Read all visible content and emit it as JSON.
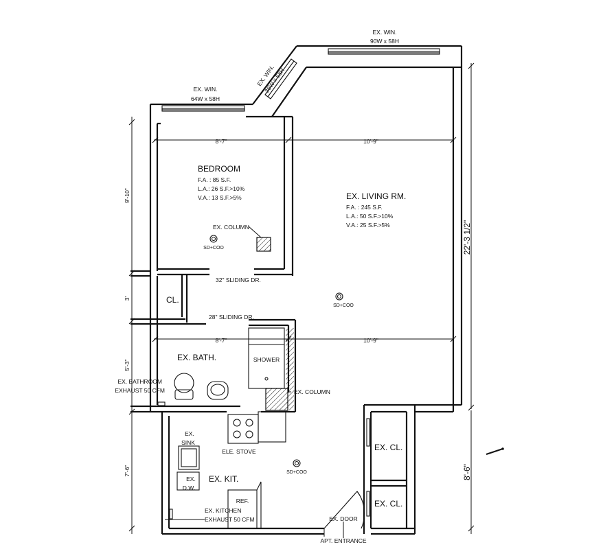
{
  "windows": {
    "left": {
      "title": "EX. WIN.",
      "size": "64W x 58H"
    },
    "diag": {
      "title": "EX. WIN.",
      "size": "36W x 58H"
    },
    "right": {
      "title": "EX. WIN.",
      "size": "90W x 58H"
    }
  },
  "rooms": {
    "bedroom": {
      "name": "BEDROOM",
      "fa": "F.A. : 85 S.F.",
      "la": "L.A.: 26 S.F.>10%",
      "va": "V.A.: 13 S.F.>5%"
    },
    "living": {
      "name": "EX. LIVING RM.",
      "fa": "F.A. : 245 S.F.",
      "la": "L.A.: 50 S.F.>10%",
      "va": "V.A.: 25 S.F.>5%"
    },
    "closet": {
      "name": "CL."
    },
    "bath": {
      "name": "EX. BATH."
    },
    "kitchen": {
      "name": "EX. KIT."
    },
    "excl1": {
      "name": "EX. CL."
    },
    "excl2": {
      "name": "EX. CL."
    }
  },
  "fixtures": {
    "column1": "EX. COLUMN",
    "column2": "EX. COLUMN",
    "sd_co": "SD+COO",
    "sliding32": "32\" SLIDING DR.",
    "sliding28": "28\" SLIDING DR.",
    "shower": "SHOWER",
    "bath_exhaust_1": "EX. BATHROOM",
    "bath_exhaust_2": "EXHAUST 50 CFM",
    "sink_1": "EX.",
    "sink_2": "SINK",
    "stove": "ELE. STOVE",
    "dw_1": "EX.",
    "dw_2": "D.W.",
    "ref": "REF.",
    "kit_exhaust_1": "EX. KITCHEN",
    "kit_exhaust_2": "EXHAUST  50 CFM",
    "door": "EX. DOOR",
    "entrance": "APT. ENTRANCE"
  },
  "dimensions": {
    "top_left": "8'-7\"",
    "top_right": "10'-9\"",
    "mid_left": "8'-7\"",
    "mid_right": "10'-9\"",
    "v_bedroom": "9'-10\"",
    "v_closet": "3'",
    "v_bath": "5'-3\"",
    "v_kitchen": "7'-6\"",
    "v_total": "22'-3 1/2\"",
    "v_right_lower": "8'-6\""
  }
}
